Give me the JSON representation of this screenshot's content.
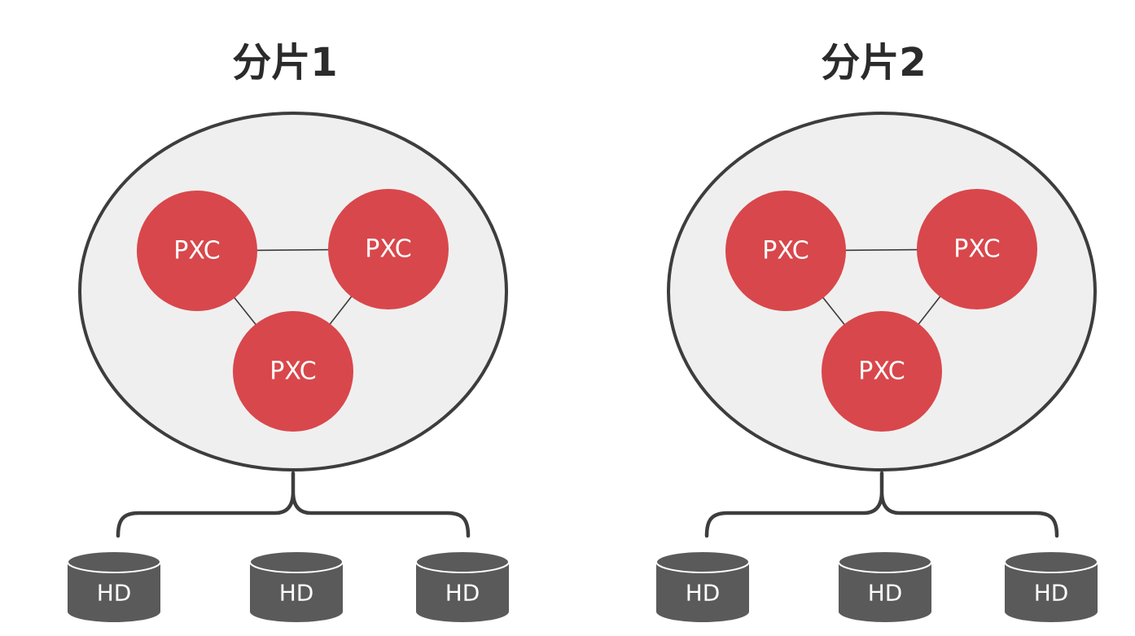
{
  "diagram": {
    "description": "Two PXC cluster shards, each backed by three HD disks"
  },
  "colors": {
    "title_text": "#2b2b2b",
    "cluster_fill": "#f0efef",
    "cluster_stroke": "#3d3d3d",
    "pxc_node_fill": "#d8474b",
    "node_label_text": "#ffffff",
    "connector_line": "#3a3a3a",
    "disk_fill": "#5a5a5a",
    "disk_label_text": "#ffffff"
  },
  "shards": [
    {
      "title": "分片1",
      "nodes": [
        "PXC",
        "PXC",
        "PXC"
      ],
      "disks": [
        "HD",
        "HD",
        "HD"
      ]
    },
    {
      "title": "分片2",
      "nodes": [
        "PXC",
        "PXC",
        "PXC"
      ],
      "disks": [
        "HD",
        "HD",
        "HD"
      ]
    }
  ]
}
